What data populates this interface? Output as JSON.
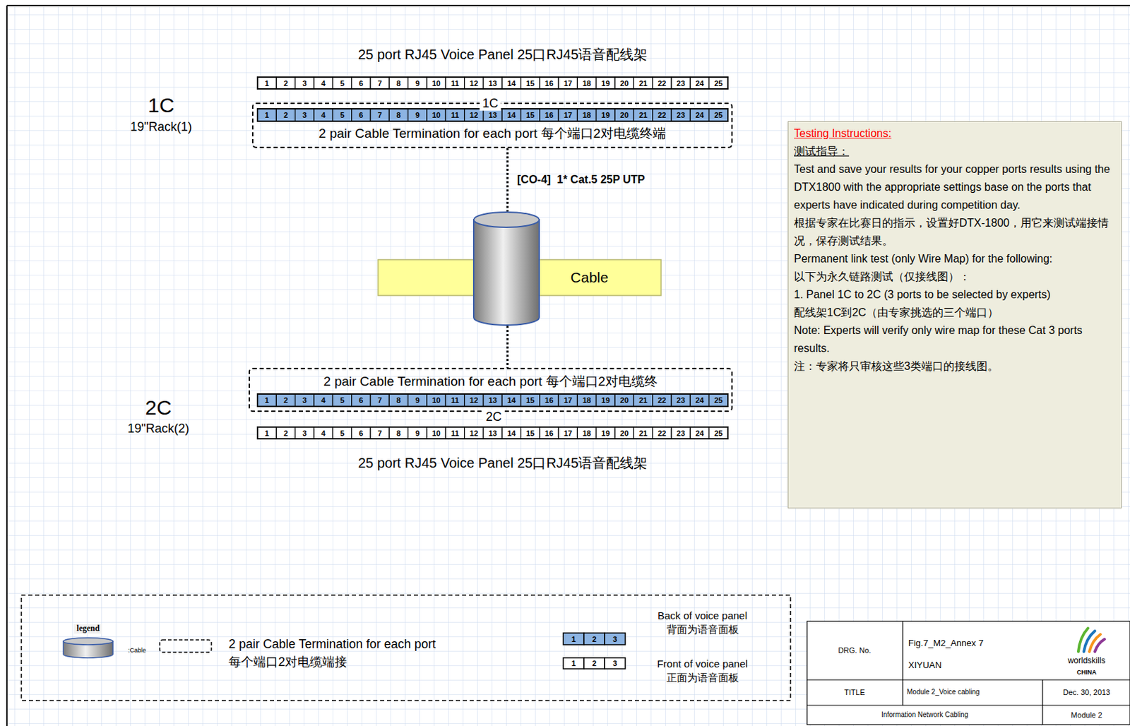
{
  "diagram": {
    "nodes": [
      {
        "text": [
          "2 pair Cable Termination for each port 每个端口2对电缆终端"
        ]
      },
      {
        "text": [
          "Cable"
        ]
      },
      {
        "text": [
          "2 pair Cable Termination for each port 每个端口2对电缆终"
        ]
      },
      {
        "text": [
          "Testing Instructions:",
          "测试指导：",
          "Test and save your results for your copper ports results using the DTX1800 with the appropriate settings base on the ports that experts have indicated during competition day.",
          "根据专家在比赛日的指示，设置好DTX-1800，用它来测试端接情况，保存测试结果。",
          "Permanent link test (only Wire Map) for the following:",
          "以下为永久链路测试（仅接线图）：",
          "1. Panel 1C to 2C (3 ports to be selected by experts)",
          "配线架1C到2C（由专家挑选的三个端口）",
          "Note: Experts will verify only wire map for these Cat 3 ports results.",
          "注：专家将只审核这些3类端口的接线图。"
        ]
      }
    ],
    "edges": [
      {
        "from": 0,
        "to": 1,
        "arrow": "none",
        "label": "[CO-4]  1* Cat.5 25P UTP"
      },
      {
        "from": 1,
        "to": 2,
        "arrow": "none"
      }
    ],
    "labels": [
      "25 port RJ45 Voice Panel  25口RJ45语音配线架",
      "1C",
      "19\"Rack(1)",
      "1",
      "2",
      "3",
      "4",
      "5",
      "6",
      "7",
      "8",
      "9",
      "10",
      "11",
      "12",
      "13",
      "14",
      "15",
      "16",
      "17",
      "18",
      "19",
      "20",
      "21",
      "22",
      "23",
      "24",
      "25",
      "1C",
      "1",
      "2",
      "3",
      "4",
      "5",
      "6",
      "7",
      "8",
      "9",
      "10",
      "11",
      "12",
      "13",
      "14",
      "15",
      "16",
      "17",
      "18",
      "19",
      "20",
      "21",
      "22",
      "23",
      "24",
      "25",
      "1",
      "2",
      "3",
      "4",
      "5",
      "6",
      "7",
      "8",
      "9",
      "10",
      "11",
      "12",
      "13",
      "14",
      "15",
      "16",
      "17",
      "18",
      "19",
      "20",
      "21",
      "22",
      "23",
      "24",
      "25",
      "2C",
      "1",
      "2",
      "3",
      "4",
      "5",
      "6",
      "7",
      "8",
      "9",
      "10",
      "11",
      "12",
      "13",
      "14",
      "15",
      "16",
      "17",
      "18",
      "19",
      "20",
      "21",
      "22",
      "23",
      "24",
      "25",
      "2C",
      "19\"Rack(2)",
      "25 port RJ45 Voice Panel  25口RJ45语音配线架",
      "legend",
      "1",
      "2",
      "3",
      "1",
      "2",
      "3",
      "DRG. No.",
      "Fig.7_M2_Annex 7",
      "XIYUAN",
      "worldskills",
      "CHINA",
      "TITLE",
      "Module 2_Voice cabling",
      "Dec. 30, 2013",
      "Information Network Cabling",
      "Module 2"
    ],
    "legend": [
      {
        "text": ":Cable"
      },
      {
        "text": "2 pair Cable Termination for each port 每个端口2对电缆端接"
      },
      {
        "text": "Back of voice panel 背面为语音面板",
        "color": "#8db4e2"
      },
      {
        "text": "Front of voice panel 正面为语音面板",
        "color": "#ffffff"
      }
    ]
  }
}
